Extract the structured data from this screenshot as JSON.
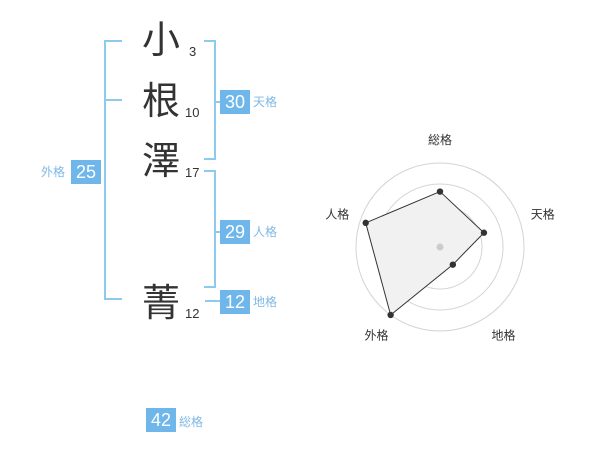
{
  "name": {
    "characters": [
      {
        "char": "小",
        "strokes": "3"
      },
      {
        "char": "根",
        "strokes": "10"
      },
      {
        "char": "澤",
        "strokes": "17"
      },
      {
        "char": "菁",
        "strokes": "12"
      }
    ]
  },
  "scores": {
    "tenkaku": {
      "label": "天格",
      "value": "30"
    },
    "jinkaku": {
      "label": "人格",
      "value": "29"
    },
    "chikaku": {
      "label": "地格",
      "value": "12"
    },
    "gaikaku": {
      "label": "外格",
      "value": "25"
    },
    "soukaku": {
      "label": "総格",
      "value": "42"
    }
  },
  "colors": {
    "accent": "#6fb7ea",
    "bracket": "#8ec9ee",
    "label": "#7fb8e6",
    "text": "#333333"
  },
  "chart_data": {
    "type": "radar",
    "axes": [
      "総格",
      "天格",
      "地格",
      "外格",
      "人格"
    ],
    "values": [
      0.66,
      0.55,
      0.26,
      1.0,
      0.93
    ],
    "range": [
      0,
      1
    ],
    "rings": 4
  }
}
